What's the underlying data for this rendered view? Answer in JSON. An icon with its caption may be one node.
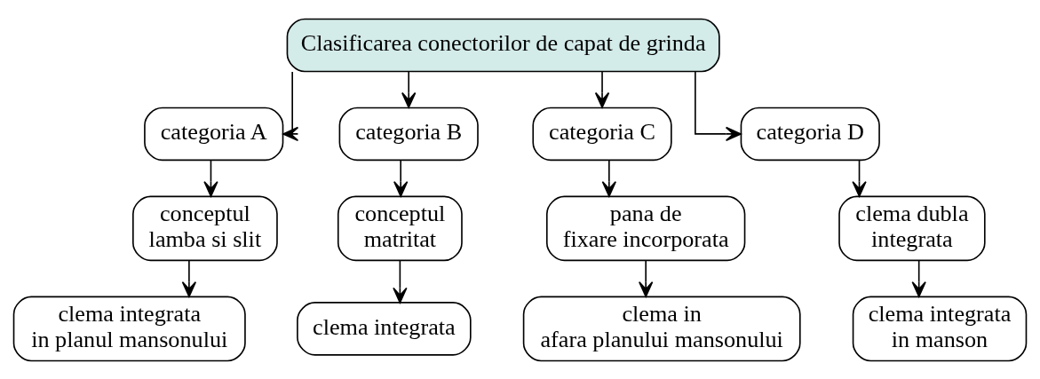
{
  "diagram": {
    "nodes": [
      {
        "text": [
          "Clasificarea conectorilor de capat de grinda"
        ]
      },
      {
        "text": [
          "categoria A"
        ]
      },
      {
        "text": [
          "categoria B"
        ]
      },
      {
        "text": [
          "categoria C"
        ]
      },
      {
        "text": [
          "categoria D"
        ]
      },
      {
        "text": [
          "conceptul lamba si slit"
        ]
      },
      {
        "text": [
          "conceptul matritat"
        ]
      },
      {
        "text": [
          "pana de fixare incorporata"
        ]
      },
      {
        "text": [
          "clema dubla integrata"
        ]
      },
      {
        "text": [
          "clema integrata in planul mansonului"
        ]
      },
      {
        "text": [
          "clema integrata"
        ]
      },
      {
        "text": [
          "clema in afara planului mansonului"
        ]
      },
      {
        "text": [
          "clema integrata in manson"
        ]
      }
    ],
    "edges": [
      {
        "from": 0,
        "to": 1,
        "arrow": "to"
      },
      {
        "from": 0,
        "to": 2,
        "arrow": "to"
      },
      {
        "from": 0,
        "to": 3,
        "arrow": "to"
      },
      {
        "from": 0,
        "to": 4,
        "arrow": "to"
      },
      {
        "from": 1,
        "to": 5,
        "arrow": "to"
      },
      {
        "from": 2,
        "to": 6,
        "arrow": "to"
      },
      {
        "from": 3,
        "to": 7,
        "arrow": "to"
      },
      {
        "from": 4,
        "to": 8,
        "arrow": "to"
      },
      {
        "from": 5,
        "to": 9,
        "arrow": "to"
      },
      {
        "from": 6,
        "to": 10,
        "arrow": "to"
      },
      {
        "from": 7,
        "to": 11,
        "arrow": "to"
      },
      {
        "from": 8,
        "to": 12,
        "arrow": "to"
      }
    ]
  }
}
